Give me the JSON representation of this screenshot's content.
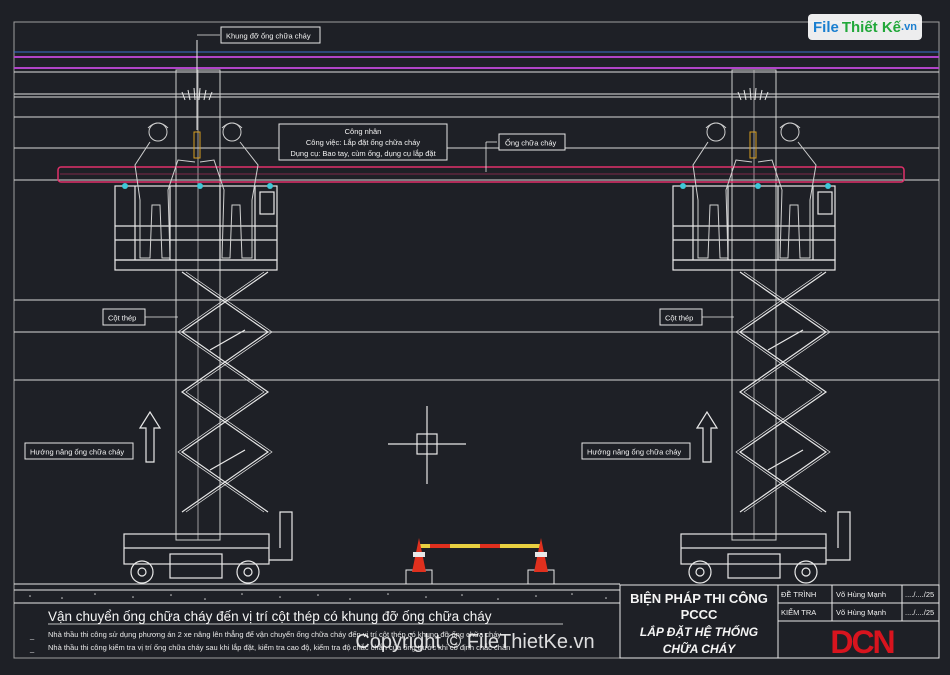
{
  "labels": {
    "khung_do": "Khung đỡ ống chữa cháy",
    "cong_nhan_title": "Công nhân",
    "cong_nhan_job": "Công việc: Lắp đặt ống chữa cháy",
    "cong_nhan_tools": "Dụng cụ: Bao tay, cùm ống, dụng cụ lắp đặt",
    "ong_chua_chay": "Ống chữa cháy",
    "cot_thep_left": "Cột thép",
    "cot_thep_right": "Cột thép",
    "huong_nang_left": "Hướng nâng ống chữa cháy",
    "huong_nang_right": "Hướng nâng ống chữa cháy"
  },
  "notes": {
    "heading": "Vận chuyển ống chữa cháy đến vị trí cột thép có khung đỡ ống chữa cháy",
    "line1_bullet": "_",
    "line1": "Nhà thầu thi công sử dụng phương án 2 xe nâng lên thẳng để vận chuyển ống chữa cháy đến vị trí cột thép có khung đỡ ống chữa cháy",
    "line2_bullet": "_",
    "line2": "Nhà thầu thi công kiểm tra vị trí ống chữa cháy sau khi lắp đặt, kiểm tra cao độ, kiểm tra độ chắc chắn của ống trước khi cố định chắc chắn"
  },
  "title_block": {
    "title_line1": "BIỆN PHÁP THI CÔNG",
    "title_line2": "PCCC",
    "sub_line1": "LẮP ĐẶT HỆ THỐNG",
    "sub_line2": "CHỮA CHÁY",
    "row1_role": "ĐỀ TRÌNH",
    "row1_name": "Võ Hùng Mạnh",
    "row1_date": "..../..../25",
    "row2_role": "KIỂM TRA",
    "row2_name": "Võ Hùng Mạnh",
    "row2_date": "..../..../25",
    "logo": "DCN"
  },
  "watermark": {
    "top_brand_a": "File",
    "top_brand_b": "Thiết Kế",
    "top_brand_c": ".vn",
    "copyright": "Copyright © FileThietKe.vn"
  },
  "colors": {
    "background": "#1e2026",
    "pipe": "#e0306a",
    "beam_purple": "#b044c8",
    "cone": "#e0301e",
    "logo_red": "#d8141e",
    "brand_green": "#22a83a",
    "brand_blue": "#1a7fd0",
    "cyan": "#3fc8d8"
  }
}
